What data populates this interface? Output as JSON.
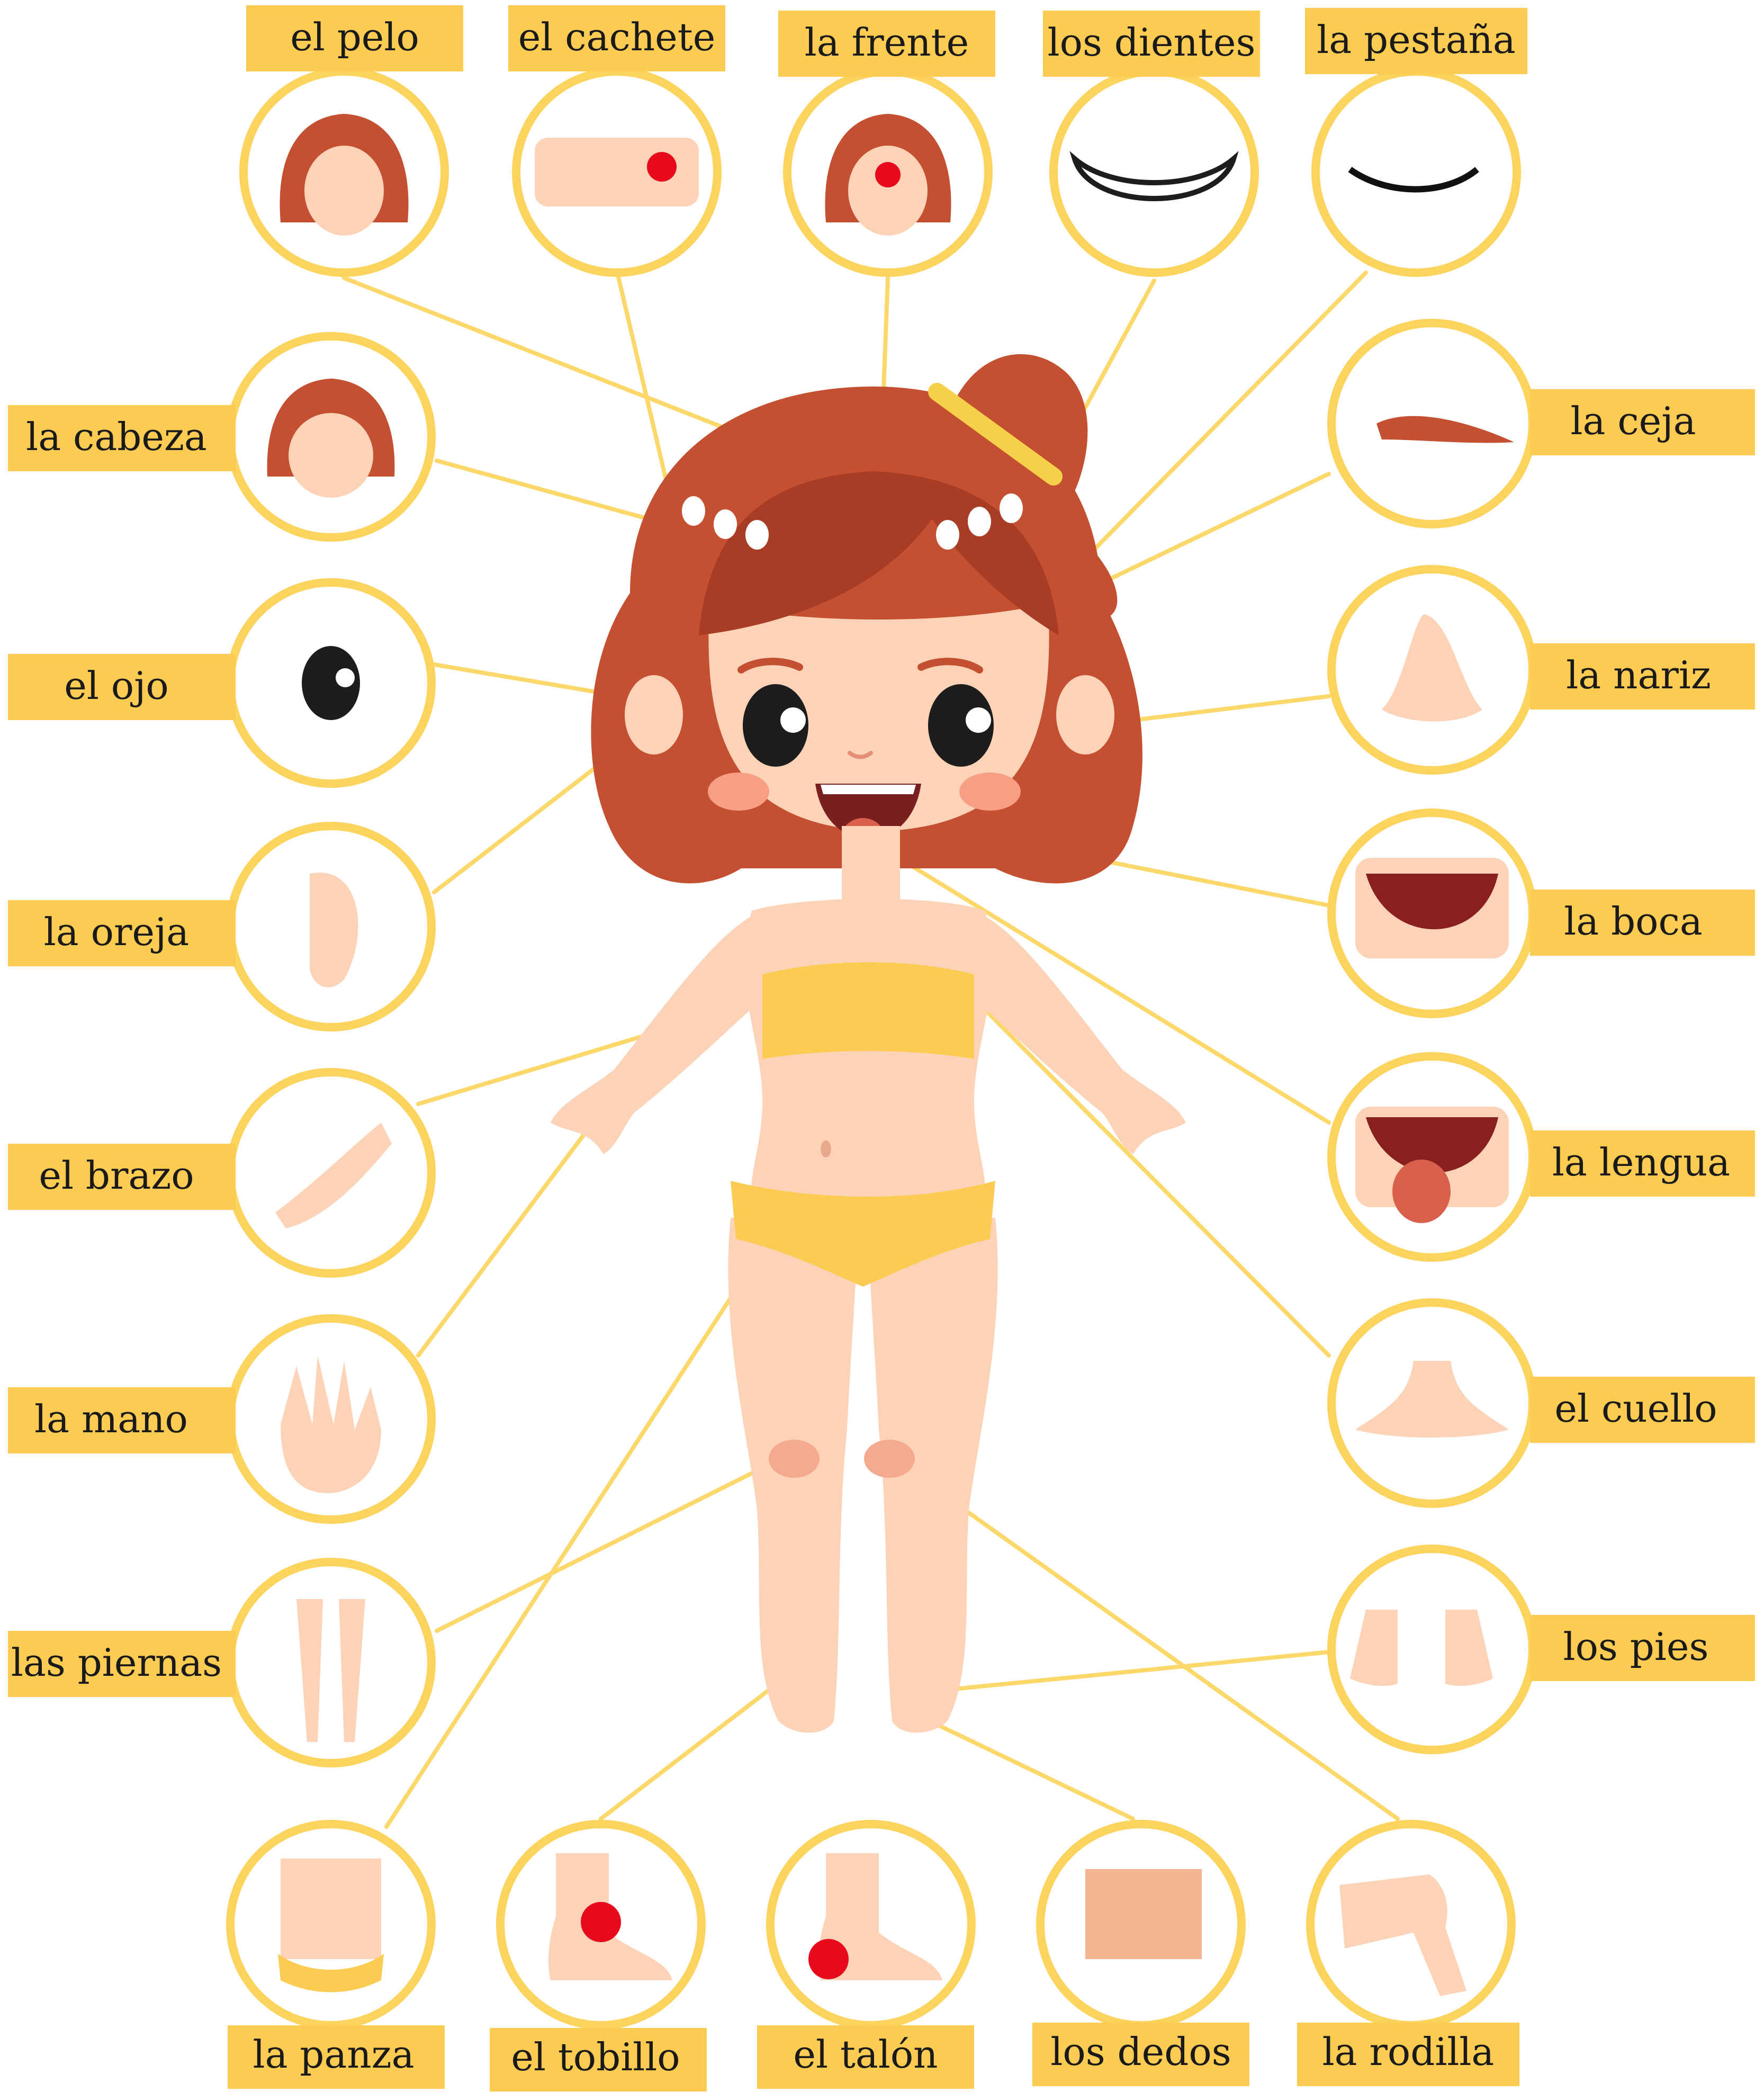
{
  "labels": {
    "pelo": "el pelo",
    "cachete": "el cachete",
    "frente": "la frente",
    "dientes": "los dientes",
    "pestana": "la pestaña",
    "cabeza": "la cabeza",
    "ceja": "la ceja",
    "ojo": "el ojo",
    "nariz": "la nariz",
    "oreja": "la oreja",
    "boca": "la boca",
    "brazo": "el brazo",
    "lengua": "la lengua",
    "mano": "la mano",
    "cuello": "el cuello",
    "piernas": "las piernas",
    "pies": "los pies",
    "panza": "la panza",
    "tobillo": "el tobillo",
    "talon": "el talón",
    "dedos": "los dedos",
    "rodilla": "la rodilla"
  },
  "colors": {
    "label_background": "#fccb52",
    "ring": "#fcd35c",
    "leader_line": "#fcd76a",
    "hair": "#c44f31",
    "skin": "#fdd3b8",
    "highlight": "#e8091c"
  }
}
